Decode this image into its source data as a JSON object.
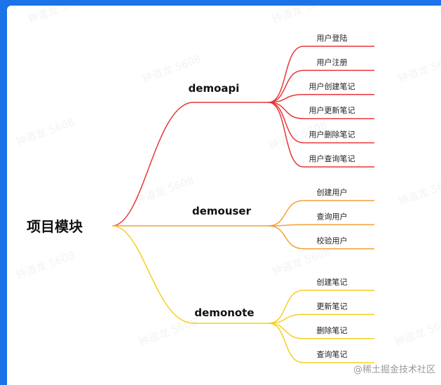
{
  "root": {
    "label": "项目模块"
  },
  "branches": [
    {
      "label": "demoapi",
      "color": "#e8363a",
      "children": [
        "用户登陆",
        "用户注册",
        "用户创建笔记",
        "用户更新笔记",
        "用户删除笔记",
        "用户查询笔记"
      ]
    },
    {
      "label": "demouser",
      "color": "#f2a035",
      "children": [
        "创建用户",
        "查询用户",
        "校验用户"
      ]
    },
    {
      "label": "demonote",
      "color": "#f5d020",
      "children": [
        "创建笔记",
        "更新笔记",
        "删除笔记",
        "查询笔记"
      ]
    }
  ],
  "watermark": "钟道龙 5608",
  "footer": "@稀土掘金技术社区"
}
